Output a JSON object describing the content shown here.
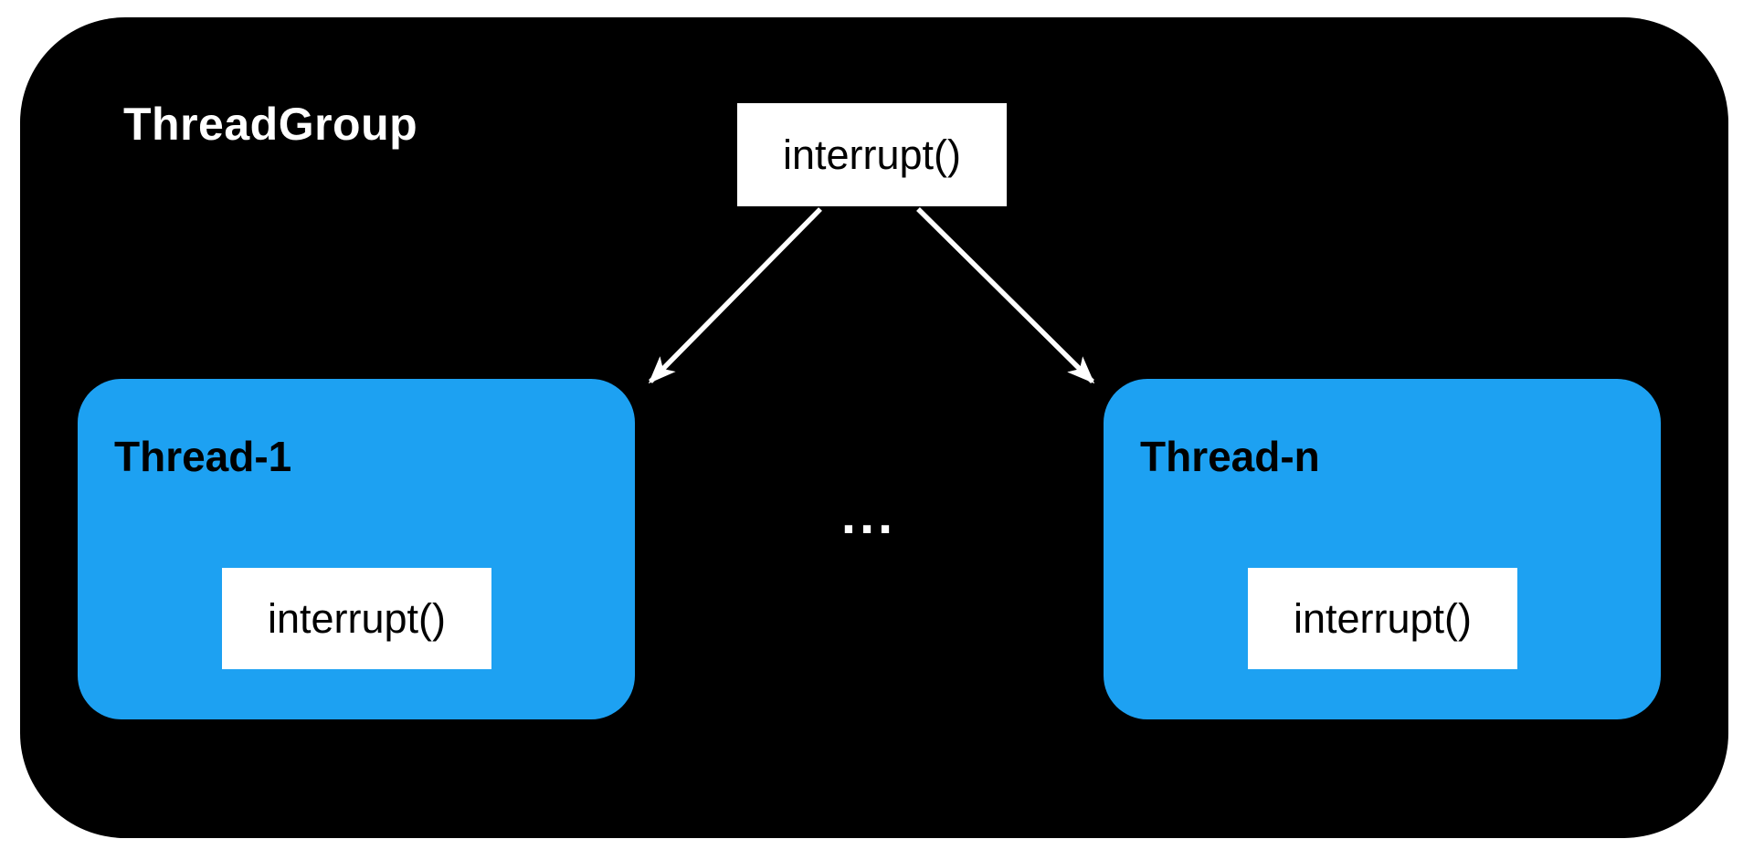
{
  "diagram": {
    "group": {
      "title": "ThreadGroup",
      "interrupt_label": "interrupt()"
    },
    "threads": [
      {
        "title": "Thread-1",
        "method_label": "interrupt()"
      },
      {
        "title": "Thread-n",
        "method_label": "interrupt()"
      }
    ],
    "ellipsis": "...",
    "colors": {
      "container_bg": "#000000",
      "thread_card_bg": "#1da1f2",
      "method_box_bg": "#ffffff",
      "method_box_text": "#000000",
      "group_title_text": "#ffffff",
      "thread_title_text": "#000000",
      "arrow": "#ffffff",
      "page_bg": "#ffffff"
    }
  }
}
